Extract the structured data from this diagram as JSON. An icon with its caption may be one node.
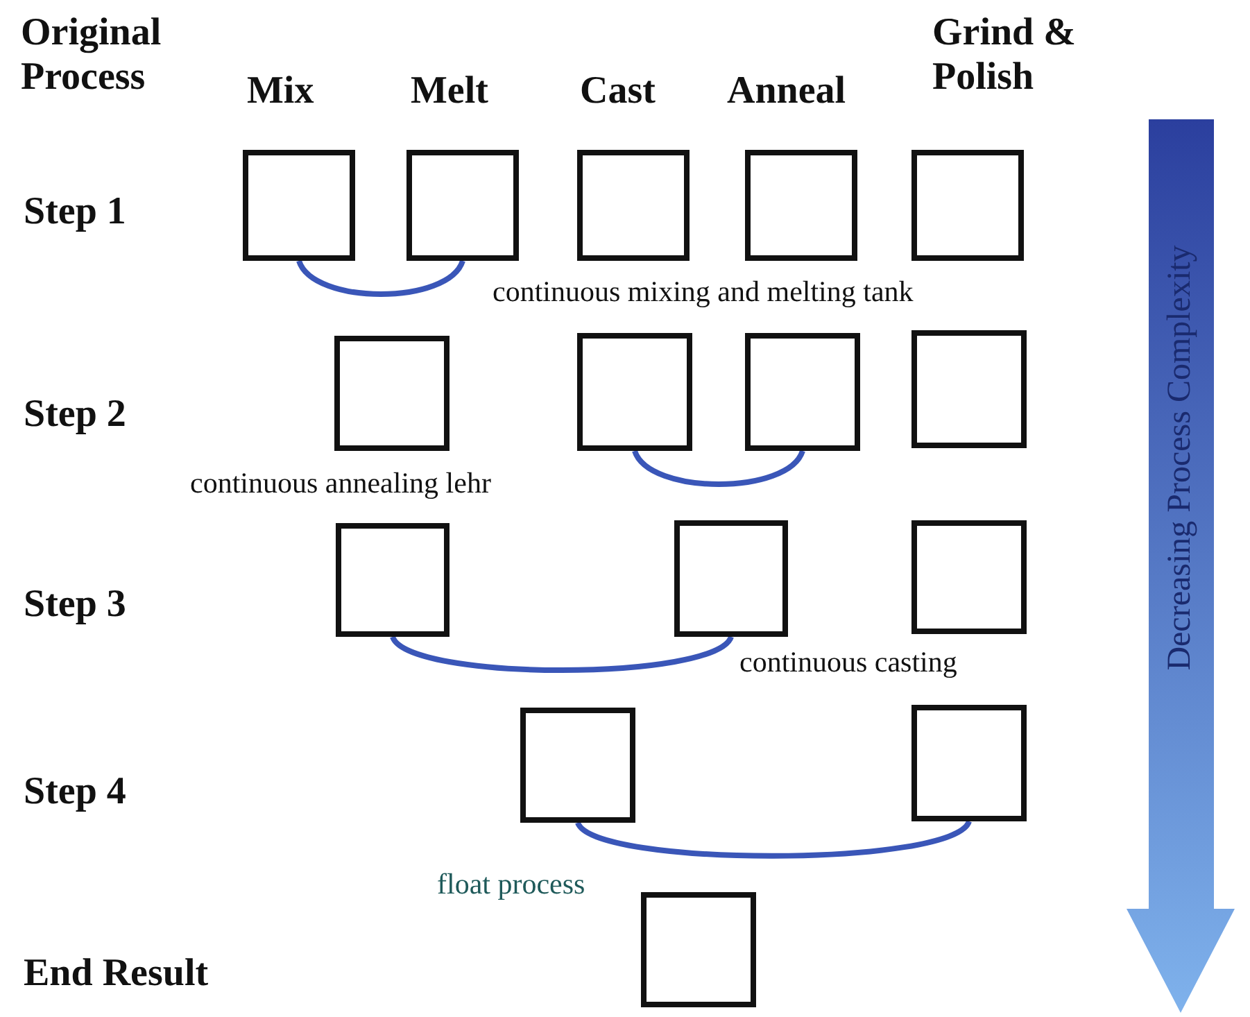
{
  "diagram": {
    "nodes": [
      {
        "text": [],
        "shape": "box"
      },
      {
        "text": [],
        "shape": "box"
      },
      {
        "text": [],
        "shape": "box"
      },
      {
        "text": [],
        "shape": "box"
      },
      {
        "text": [],
        "shape": "box"
      },
      {
        "text": [],
        "shape": "box"
      },
      {
        "text": [],
        "shape": "box"
      },
      {
        "text": [],
        "shape": "box"
      },
      {
        "text": [],
        "shape": "box"
      },
      {
        "text": [],
        "shape": "box"
      },
      {
        "text": [],
        "shape": "box"
      },
      {
        "text": [],
        "shape": "box"
      },
      {
        "text": [],
        "shape": "box"
      },
      {
        "text": [],
        "shape": "box"
      },
      {
        "text": [],
        "shape": "box"
      }
    ],
    "edges": [
      {
        "from": 0,
        "to": 1,
        "arrow": "none",
        "label": "continuous mixing and melting tank"
      },
      {
        "from": 6,
        "to": 7,
        "arrow": "none",
        "label": "continuous annealing lehr"
      },
      {
        "from": 9,
        "to": 10,
        "arrow": "none",
        "label": "continuous casting"
      },
      {
        "from": 12,
        "to": 13,
        "arrow": "none",
        "label": "float process"
      }
    ],
    "labels": [
      "Original Process",
      "Mix",
      "Melt",
      "Cast",
      "Anneal",
      "Grind & Polish",
      "Step 1",
      "Step 2",
      "Step 3",
      "Step 4",
      "End Result",
      "Decreasing Process Complexity"
    ]
  }
}
